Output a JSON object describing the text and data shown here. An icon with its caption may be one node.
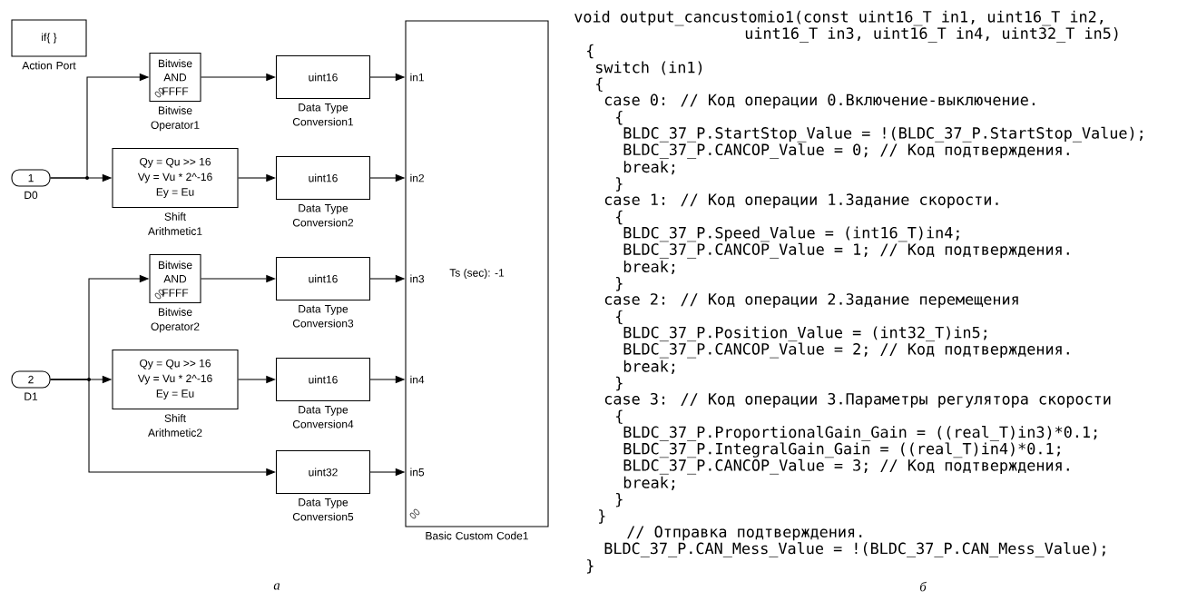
{
  "diagram": {
    "nodes": [
      {
        "text": [
          "if{ }"
        ],
        "beside": [
          "Action Port"
        ]
      },
      {
        "text": [
          "1"
        ],
        "beside": [
          "D0"
        ]
      },
      {
        "text": [
          "Bitwise AND FFFF"
        ],
        "beside": [
          "Bitwise Operator1"
        ]
      },
      {
        "text": [
          "Qy = Qu >> 16",
          "Vy = Vu * 2^-16",
          "Ey = Eu"
        ],
        "beside": [
          "Shift Arithmetic1"
        ]
      },
      {
        "text": [
          "Bitwise AND FFFF"
        ],
        "beside": [
          "Bitwise Operator2"
        ]
      },
      {
        "text": [
          "2"
        ],
        "beside": [
          "D1"
        ]
      },
      {
        "text": [
          "Qy = Qu >> 16",
          "Vy = Vu * 2^-16",
          "Ey = Eu"
        ],
        "beside": [
          "Shift Arithmetic2"
        ]
      },
      {
        "text": [
          "uint16"
        ],
        "beside": [
          "Data Type Conversion1"
        ]
      },
      {
        "text": [
          "uint16"
        ],
        "beside": [
          "Data Type Conversion2"
        ]
      },
      {
        "text": [
          "uint16"
        ],
        "beside": [
          "Data Type Conversion3"
        ]
      },
      {
        "text": [
          "uint16"
        ],
        "beside": [
          "Data Type Conversion4"
        ]
      },
      {
        "text": [
          "uint32"
        ],
        "beside": [
          "Data Type Conversion5"
        ]
      },
      {
        "text": [
          "in1",
          "in2",
          "in3",
          "in4",
          "in5",
          "Ts (sec): -1"
        ],
        "beside": [
          "Basic Custom Code1"
        ]
      }
    ],
    "edges": [
      {
        "from": 1,
        "to": 2,
        "arrow": "to"
      },
      {
        "from": 1,
        "to": 3,
        "arrow": "to"
      },
      {
        "from": 2,
        "to": 7,
        "arrow": "to"
      },
      {
        "from": 3,
        "to": 8,
        "arrow": "to"
      },
      {
        "from": 5,
        "to": 4,
        "arrow": "to"
      },
      {
        "from": 5,
        "to": 6,
        "arrow": "to"
      },
      {
        "from": 5,
        "to": 11,
        "arrow": "to"
      },
      {
        "from": 4,
        "to": 9,
        "arrow": "to"
      },
      {
        "from": 6,
        "to": 10,
        "arrow": "to"
      },
      {
        "from": 7,
        "to": 12,
        "arrow": "to"
      },
      {
        "from": 8,
        "to": 12,
        "arrow": "to"
      },
      {
        "from": 9,
        "to": 12,
        "arrow": "to"
      },
      {
        "from": 10,
        "to": 12,
        "arrow": "to"
      },
      {
        "from": 11,
        "to": 12,
        "arrow": "to"
      }
    ],
    "labels": [
      "void output_cancustomio1(const uint16_T in1, uint16_T in2,",
      "uint16_T in3, uint16_T in4, uint32_T in5)",
      "{",
      "switch (in1)",
      "{",
      "case 0: // Код операции 0.Включение-выключение.",
      "{",
      "BLDC_37_P.StartStop_Value = !(BLDC_37_P.StartStop_Value);",
      "BLDC_37_P.CANCOP_Value = 0; // Код подтверждения.",
      "break;",
      "}",
      "case 1: // Код операции 1.Задание скорости.",
      "{",
      "BLDC_37_P.Speed_Value = (int16_T)in4;",
      "BLDC_37_P.CANCOP_Value = 1; // Код подтверждения.",
      "break;",
      "}",
      "case 2: // Код операции 2.Задание перемещения",
      "{",
      "BLDC_37_P.Position_Value = (int32_T)in5;",
      "BLDC_37_P.CANCOP_Value = 2; // Код подтверждения.",
      "break;",
      "}",
      "case 3: // Код операции 3.Параметры регулятора скорости",
      "{",
      "BLDC_37_P.ProportionalGain_Gain = ((real_T)in3)*0.1;",
      "BLDC_37_P.IntegralGain_Gain = ((real_T)in4)*0.1;",
      "BLDC_37_P.CANCOP_Value = 3; // Код подтверждения.",
      "break;",
      "}",
      "}",
      "// Отправка подтверждения.",
      "BLDC_37_P.CAN_Mess_Value = !(BLDC_37_P.CAN_Mess_Value);",
      "}",
      "а",
      "б"
    ]
  }
}
